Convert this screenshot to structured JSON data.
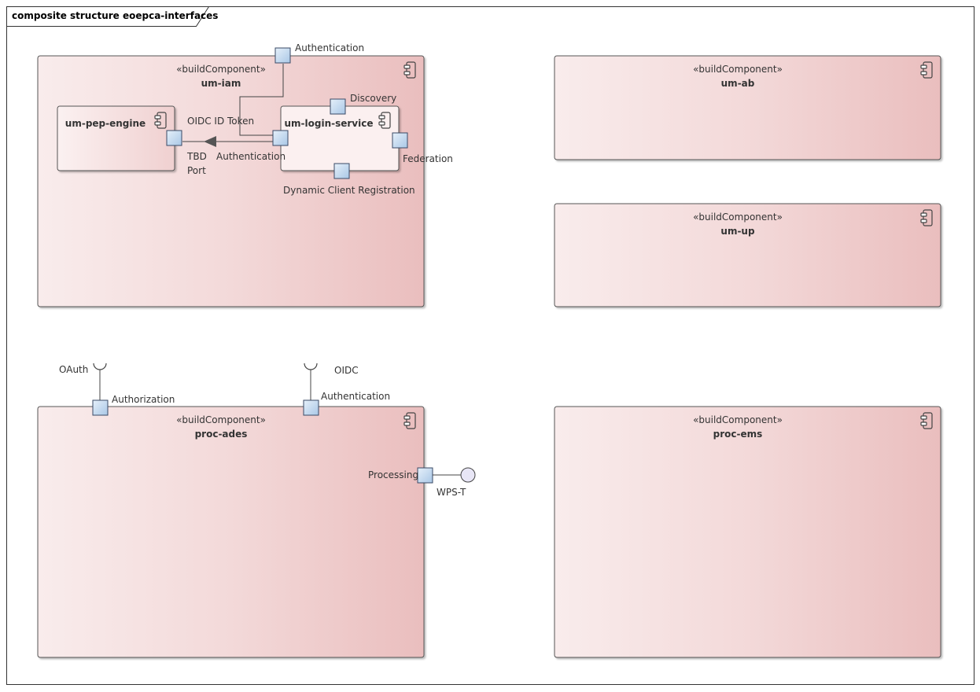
{
  "frame": {
    "title": "composite structure eoepca-interfaces"
  },
  "components": {
    "um_iam": {
      "stereotype": "«buildComponent»",
      "name": "um-iam"
    },
    "um_ab": {
      "stereotype": "«buildComponent»",
      "name": "um-ab"
    },
    "um_up": {
      "stereotype": "«buildComponent»",
      "name": "um-up"
    },
    "proc_ades": {
      "stereotype": "«buildComponent»",
      "name": "proc-ades"
    },
    "proc_ems": {
      "stereotype": "«buildComponent»",
      "name": "proc-ems"
    },
    "um_pep_engine": {
      "name": "um-pep-engine"
    },
    "um_login_service": {
      "name": "um-login-service"
    }
  },
  "ports": {
    "um_iam_authentication": "Authentication",
    "pep_port_1": "OIDC ID Token",
    "pep_port_2": "TBD",
    "pep_port_3": "Port",
    "login_discovery": "Discovery",
    "login_authentication": "Authentication",
    "login_federation": "Federation",
    "login_dcr": "Dynamic Client Registration",
    "ades_authorization": "Authorization",
    "ades_authentication": "Authentication",
    "ades_processing": "Processing"
  },
  "interfaces": {
    "oauth": "OAuth",
    "oidc": "OIDC",
    "wps_t": "WPS-T"
  },
  "colors": {
    "component_fill_light": "#f9ecec",
    "component_fill_dark": "#eabebe",
    "port_fill": "#c6dcf2",
    "port_stroke": "#3a4a66",
    "interface_fill": "#e8e6f6"
  }
}
